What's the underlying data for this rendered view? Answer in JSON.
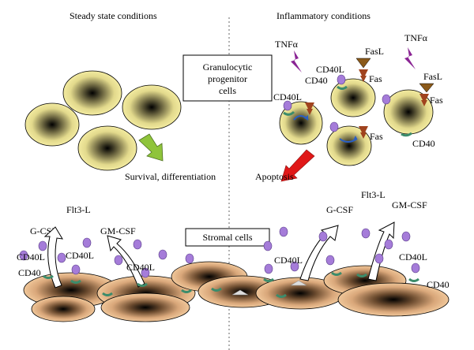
{
  "left_panel": {
    "title": "Steady state conditions",
    "arrow_label": "Survival, differentiation",
    "cytokines": {
      "flt3l": "Flt3-L",
      "gcsf": "G-CSF",
      "gmcsf": "GM-CSF"
    },
    "receptors": {
      "cd40l_a": "CD40L",
      "cd40l_b": "CD40L",
      "cd40l_c": "CD40L",
      "cd40": "CD40"
    }
  },
  "right_panel": {
    "title": "Inflammatory conditions",
    "arrow_label": "Apoptosis",
    "tnf_a": "TNFα",
    "tnf_b": "TNFα",
    "fasl_a": "FasL",
    "fasl_b": "FasL",
    "fas_a": "Fas",
    "fas_b": "Fas",
    "fas_c": "Fas",
    "cd40l_top": "CD40L",
    "cd40_top": "CD40",
    "cd40l_left": "CD40L",
    "cd40_right": "CD40",
    "cytokines": {
      "flt3l": "Flt3-L",
      "gcsf": "G-CSF",
      "gmcsf": "GM-CSF"
    },
    "receptors": {
      "cd40l_a": "CD40L",
      "cd40l_b": "CD40L",
      "cd40": "CD40"
    }
  },
  "center_boxes": {
    "progenitor": [
      "Granulocytic",
      "progenitor",
      "cells"
    ],
    "stromal": "Stromal cells"
  },
  "colors": {
    "progenitor_fill": "#f3eba0",
    "stromal_fill": "#f0c79a",
    "cd40l_ligand": "#a57cd9",
    "cd40_receptor": "#3c8c6b",
    "tnf_bolt": "#8a2494",
    "fasl_triangle": "#8b5a1a",
    "survival_arrow": "#8fc43b",
    "apoptosis_arrow": "#e01818"
  }
}
